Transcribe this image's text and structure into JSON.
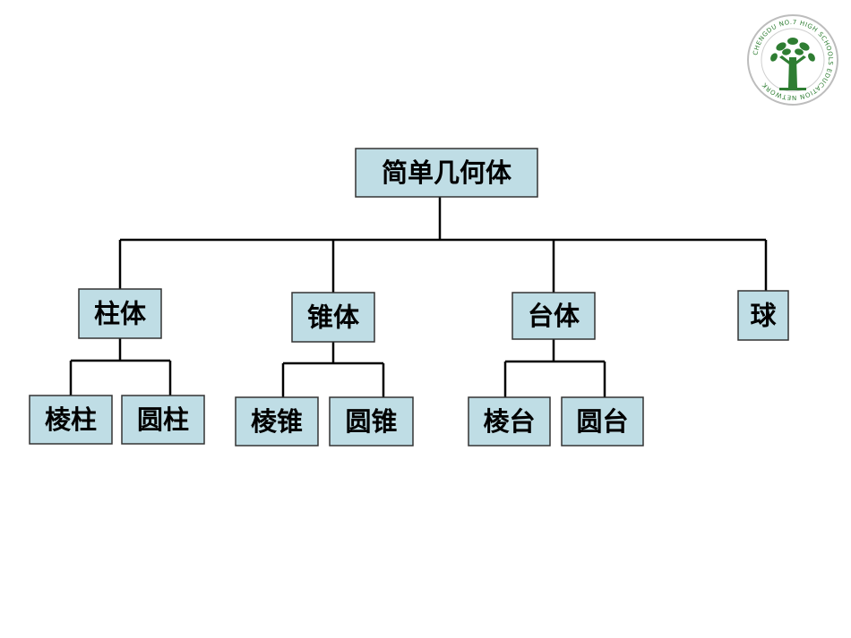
{
  "logo": {
    "text": "CHENGDU NO.7 HIGH SCHOOLS EDUCATION NETWORK",
    "color": "#2e7d32",
    "icon": "tree-logo-icon"
  },
  "diagram": {
    "root": "简单几何体",
    "branches": [
      {
        "label": "柱体",
        "children": [
          "棱柱",
          "圆柱"
        ]
      },
      {
        "label": "锥体",
        "children": [
          "棱锥",
          "圆锥"
        ]
      },
      {
        "label": "台体",
        "children": [
          "棱台",
          "圆台"
        ]
      },
      {
        "label": "球",
        "children": []
      }
    ],
    "box_fill": "#bfdde5"
  }
}
